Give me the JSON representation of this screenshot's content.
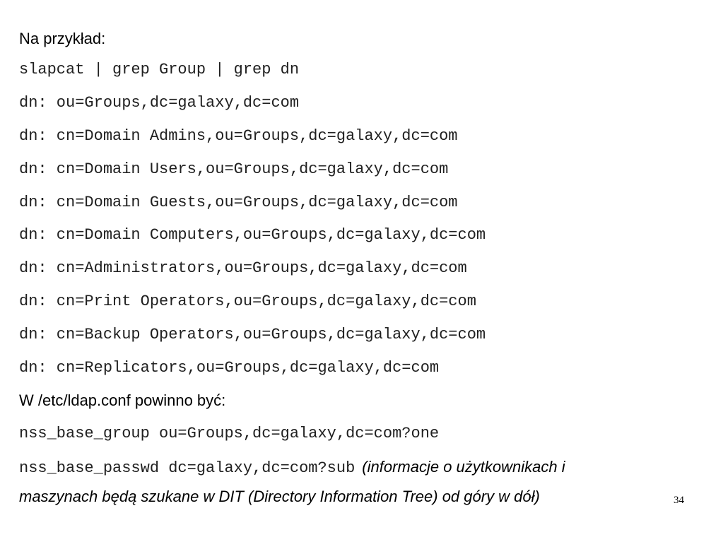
{
  "slide": {
    "intro": "Na przykład:",
    "command": "slapcat | grep Group | grep dn",
    "results": [
      "dn: ou=Groups,dc=galaxy,dc=com",
      "dn: cn=Domain Admins,ou=Groups,dc=galaxy,dc=com",
      "dn: cn=Domain Users,ou=Groups,dc=galaxy,dc=com",
      "dn: cn=Domain Guests,ou=Groups,dc=galaxy,dc=com",
      "dn: cn=Domain Computers,ou=Groups,dc=galaxy,dc=com",
      "dn: cn=Administrators,ou=Groups,dc=galaxy,dc=com",
      "dn: cn=Print Operators,ou=Groups,dc=galaxy,dc=com",
      "dn: cn=Backup Operators,ou=Groups,dc=galaxy,dc=com",
      "dn: cn=Replicators,ou=Groups,dc=galaxy,dc=com"
    ],
    "config_intro": "W /etc/ldap.conf powinno być:",
    "config_group": "nss_base_group ou=Groups,dc=galaxy,dc=com?one",
    "config_passwd": "nss_base_passwd dc=galaxy,dc=com?sub",
    "note_part1": "(informacje o użytkownikach i",
    "note_part2": "maszynach będą szukane w DIT (Directory Information Tree) od góry w dół)",
    "page_number": "34"
  }
}
